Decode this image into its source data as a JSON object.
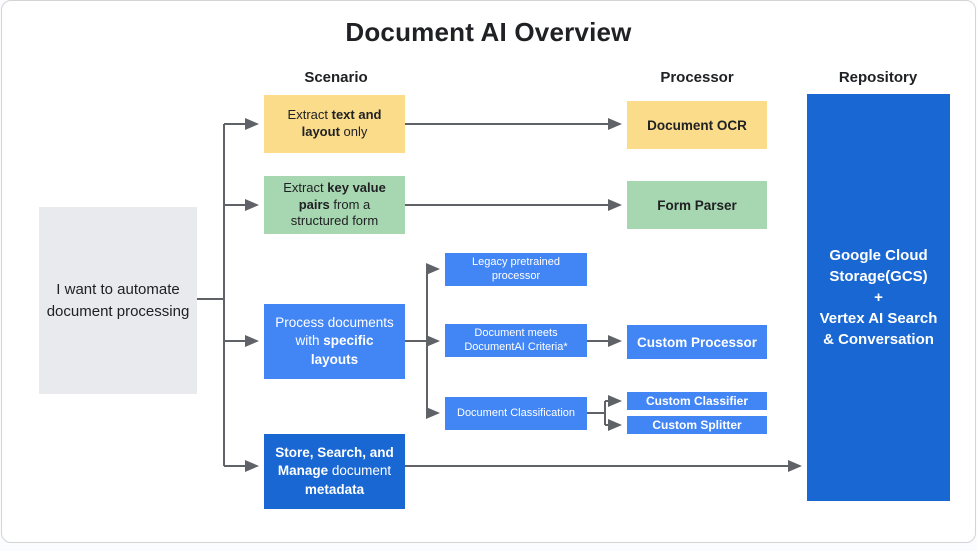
{
  "title": "Document AI Overview",
  "columns": {
    "scenario": "Scenario",
    "processor": "Processor",
    "repository": "Repository"
  },
  "colors": {
    "scenario_yellow": "#FBDC8B",
    "scenario_green": "#A7D7B0",
    "blue": "#4285F4",
    "dark_blue": "#1967D2",
    "start_gray": "#E8EAED",
    "arrow_gray": "#5F6368",
    "text_dark": "#202124"
  },
  "start_node": {
    "label": "I want to automate document processing"
  },
  "scenario_nodes": {
    "extract_text_layout": {
      "segments": [
        {
          "text": "Extract ",
          "bold": false
        },
        {
          "text": "text and layout",
          "bold": true
        },
        {
          "text": " only",
          "bold": false
        }
      ]
    },
    "extract_key_value": {
      "segments": [
        {
          "text": "Extract ",
          "bold": false
        },
        {
          "text": "key value pairs",
          "bold": true
        },
        {
          "text": " from a structured form",
          "bold": false
        }
      ]
    },
    "process_specific_layouts": {
      "segments": [
        {
          "text": "Process documents with ",
          "bold": false
        },
        {
          "text": "specific layouts",
          "bold": true
        }
      ]
    },
    "store_search_manage": {
      "segments": [
        {
          "text": "Store, Search, and Manage",
          "bold": true
        },
        {
          "text": " document ",
          "bold": false
        },
        {
          "text": "metadata",
          "bold": true
        }
      ]
    }
  },
  "decision_nodes": {
    "legacy_pretrained": {
      "label": "Legacy pretrained processor"
    },
    "document_meets_criteria": {
      "label": "Document meets DocumentAI Criteria*"
    },
    "document_classification": {
      "label": "Document Classification"
    }
  },
  "processor_nodes": {
    "document_ocr": {
      "label": "Document OCR"
    },
    "form_parser": {
      "label": "Form Parser"
    },
    "custom_processor": {
      "label": "Custom Processor"
    },
    "custom_classifier": {
      "label": "Custom Classifier"
    },
    "custom_splitter": {
      "label": "Custom Splitter"
    }
  },
  "repository_node": {
    "line1": "Google Cloud Storage(GCS)",
    "line2": "+",
    "line3": "Vertex AI Search & Conversation"
  }
}
